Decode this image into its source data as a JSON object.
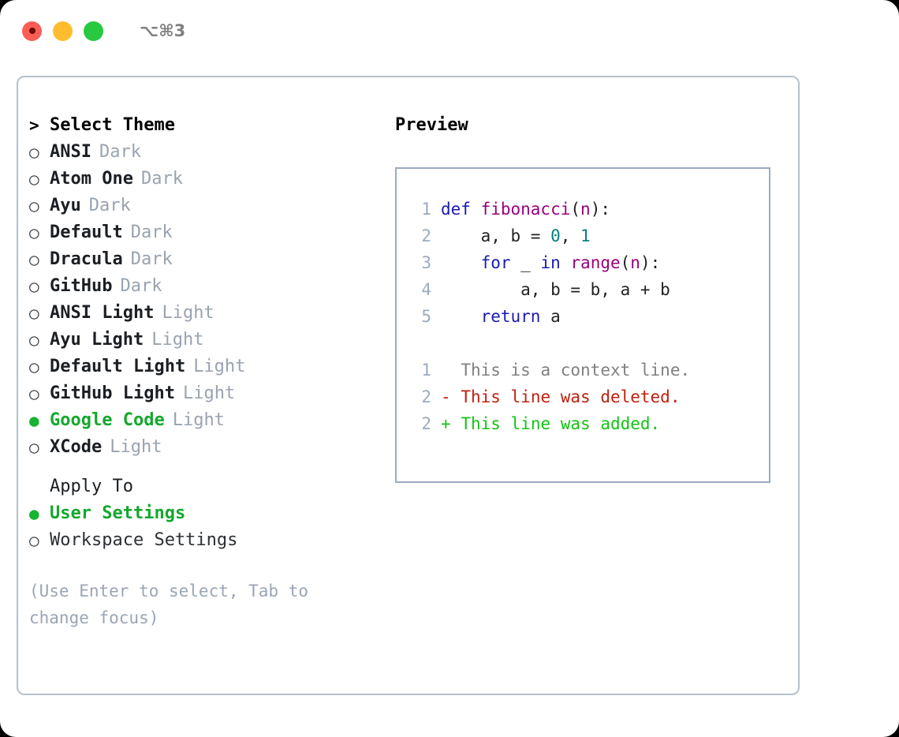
{
  "titlebar": {
    "shortcut": "⌥⌘3",
    "buttons": [
      "close",
      "minimize",
      "maximize"
    ]
  },
  "left": {
    "header": {
      "prompt": ">",
      "title": "Select Theme"
    },
    "themes": [
      {
        "marker": "○",
        "name": "ANSI",
        "category": "Dark",
        "selected": false
      },
      {
        "marker": "○",
        "name": "Atom One",
        "category": "Dark",
        "selected": false
      },
      {
        "marker": "○",
        "name": "Ayu",
        "category": "Dark",
        "selected": false
      },
      {
        "marker": "○",
        "name": "Default",
        "category": "Dark",
        "selected": false
      },
      {
        "marker": "○",
        "name": "Dracula",
        "category": "Dark",
        "selected": false
      },
      {
        "marker": "○",
        "name": "GitHub",
        "category": "Dark",
        "selected": false
      },
      {
        "marker": "○",
        "name": "ANSI Light",
        "category": "Light",
        "selected": false
      },
      {
        "marker": "○",
        "name": "Ayu Light",
        "category": "Light",
        "selected": false
      },
      {
        "marker": "○",
        "name": "Default Light",
        "category": "Light",
        "selected": false
      },
      {
        "marker": "○",
        "name": "GitHub Light",
        "category": "Light",
        "selected": false
      },
      {
        "marker": "●",
        "name": "Google Code",
        "category": "Light",
        "selected": true
      },
      {
        "marker": "○",
        "name": "XCode",
        "category": "Light",
        "selected": false
      }
    ],
    "apply_to": {
      "title": "Apply To",
      "options": [
        {
          "marker": "●",
          "name": "User Settings",
          "selected": true
        },
        {
          "marker": "○",
          "name": "Workspace Settings",
          "selected": false
        }
      ]
    },
    "hint": "(Use Enter to select, Tab to change focus)"
  },
  "right": {
    "title": "Preview",
    "code_lines": [
      {
        "number": "1",
        "tokens": [
          {
            "text": "def ",
            "type": "kw"
          },
          {
            "text": "fibonacci",
            "type": "fn"
          },
          {
            "text": "(",
            "type": "punc"
          },
          {
            "text": "n",
            "type": "fn"
          },
          {
            "text": "):",
            "type": "punc"
          }
        ]
      },
      {
        "number": "2",
        "tokens": [
          {
            "text": "    a, b = ",
            "type": "var"
          },
          {
            "text": "0",
            "type": "num"
          },
          {
            "text": ", ",
            "type": "var"
          },
          {
            "text": "1",
            "type": "num"
          }
        ]
      },
      {
        "number": "3",
        "tokens": [
          {
            "text": "    ",
            "type": "var"
          },
          {
            "text": "for",
            "type": "kw"
          },
          {
            "text": " _ ",
            "type": "var"
          },
          {
            "text": "in",
            "type": "kw"
          },
          {
            "text": " ",
            "type": "var"
          },
          {
            "text": "range",
            "type": "fn"
          },
          {
            "text": "(",
            "type": "punc"
          },
          {
            "text": "n",
            "type": "fn"
          },
          {
            "text": "):",
            "type": "punc"
          }
        ]
      },
      {
        "number": "4",
        "tokens": [
          {
            "text": "        a, b = b, a + b",
            "type": "var"
          }
        ]
      },
      {
        "number": "5",
        "tokens": [
          {
            "text": "    ",
            "type": "var"
          },
          {
            "text": "return",
            "type": "kw"
          },
          {
            "text": " a",
            "type": "var"
          }
        ]
      }
    ],
    "diff_lines": [
      {
        "number": "1",
        "sign": " ",
        "text": "This is a context line.",
        "kind": "context"
      },
      {
        "number": "2",
        "sign": "-",
        "text": "This line was deleted.",
        "kind": "deleted"
      },
      {
        "number": "2",
        "sign": "+",
        "text": "This line was added.",
        "kind": "added"
      }
    ]
  },
  "colors": {
    "accent_green": "#15a82d",
    "muted": "#99a3b0",
    "border": "#b6c0cc",
    "preview_border": "#9aabc0",
    "keyword": "#1a1ab3",
    "function": "#99007f",
    "number": "#00807f",
    "diff_deleted": "#c0200f",
    "diff_added": "#14c414",
    "diff_context": "#808080",
    "light_red": "#fa5d55",
    "light_amber": "#ffbd2e",
    "light_green": "#28c840"
  }
}
